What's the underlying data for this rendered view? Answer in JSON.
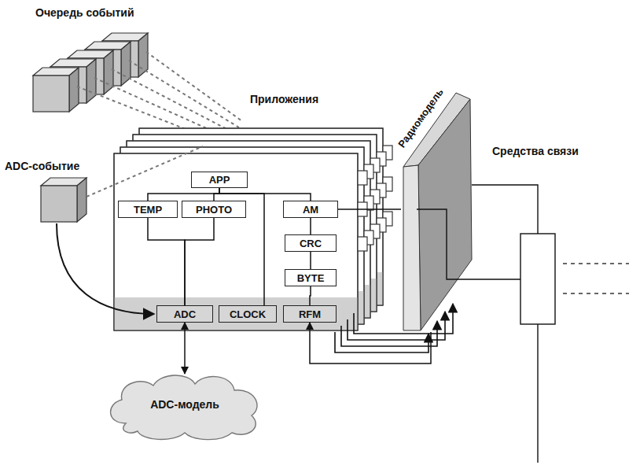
{
  "diagram": {
    "nodes": [
      {
        "text": [
          "APP"
        ]
      },
      {
        "text": [
          "TEMP"
        ]
      },
      {
        "text": [
          "PHOTO"
        ]
      },
      {
        "text": [
          "AM"
        ]
      },
      {
        "text": [
          "CRC"
        ]
      },
      {
        "text": [
          "BYTE"
        ]
      },
      {
        "text": [
          "ADC"
        ]
      },
      {
        "text": [
          "CLOCK"
        ]
      },
      {
        "text": [
          "RFM"
        ]
      },
      {
        "text": [
          "Радиомодель"
        ]
      },
      {
        "text": [
          "ADC-модель"
        ]
      }
    ],
    "edges": [
      {
        "from": 0,
        "to": 1,
        "arrow": "none"
      },
      {
        "from": 0,
        "to": 2,
        "arrow": "none"
      },
      {
        "from": 0,
        "to": 3,
        "arrow": "none"
      },
      {
        "from": 0,
        "to": 7,
        "arrow": "none"
      },
      {
        "from": 1,
        "to": 6,
        "arrow": "none"
      },
      {
        "from": 2,
        "to": 6,
        "arrow": "none"
      },
      {
        "from": 3,
        "to": 4,
        "arrow": "none"
      },
      {
        "from": 4,
        "to": 5,
        "arrow": "none"
      },
      {
        "from": 5,
        "to": 8,
        "arrow": "none"
      },
      {
        "from": 6,
        "to": 10,
        "arrow": "both"
      },
      {
        "from": 9,
        "to": 8,
        "arrow": "to"
      },
      {
        "from": 3,
        "to": 9,
        "arrow": "none"
      }
    ],
    "labels": [
      "Очередь событий",
      "Приложения",
      "ADC-событие",
      "Средства связи"
    ]
  }
}
